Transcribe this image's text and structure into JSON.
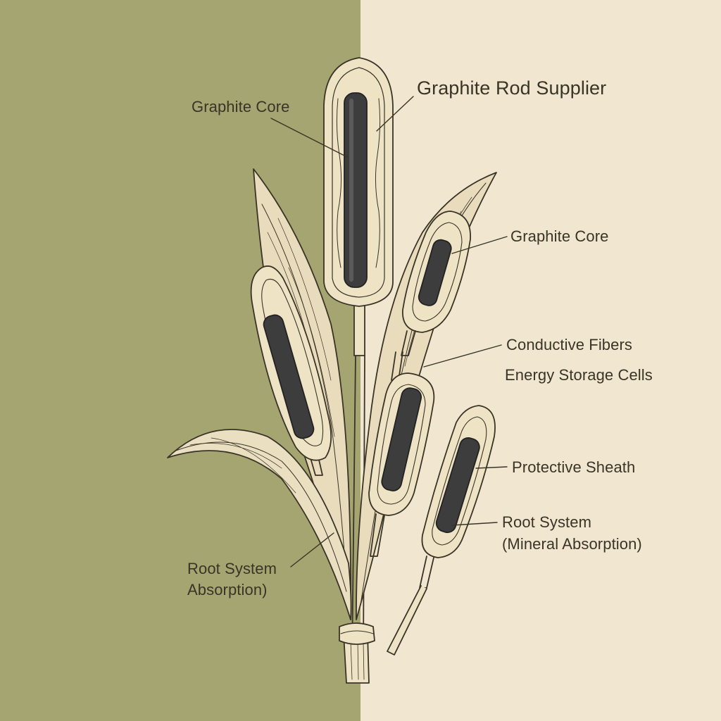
{
  "colors": {
    "left_background": "#a5a571",
    "right_background": "#f1e7d0",
    "ink": "#3a3426",
    "leaf_fill": "#efe3c6",
    "rod": "#3d3d3d"
  },
  "labels": {
    "title": "Graphite Rod Supplier",
    "graphite_core_top": "Graphite Core",
    "graphite_core_right": "Graphite Core",
    "conductive_fibers": "Conductive Fibers",
    "energy_storage_cells": "Energy Storage Cells",
    "protective_sheath": "Protective Sheath",
    "root_system_right_line1": "Root System",
    "root_system_right_line2": "(Mineral Absorption)",
    "root_system_left_line1": "Root System",
    "root_system_left_line2": "Absorption)"
  }
}
